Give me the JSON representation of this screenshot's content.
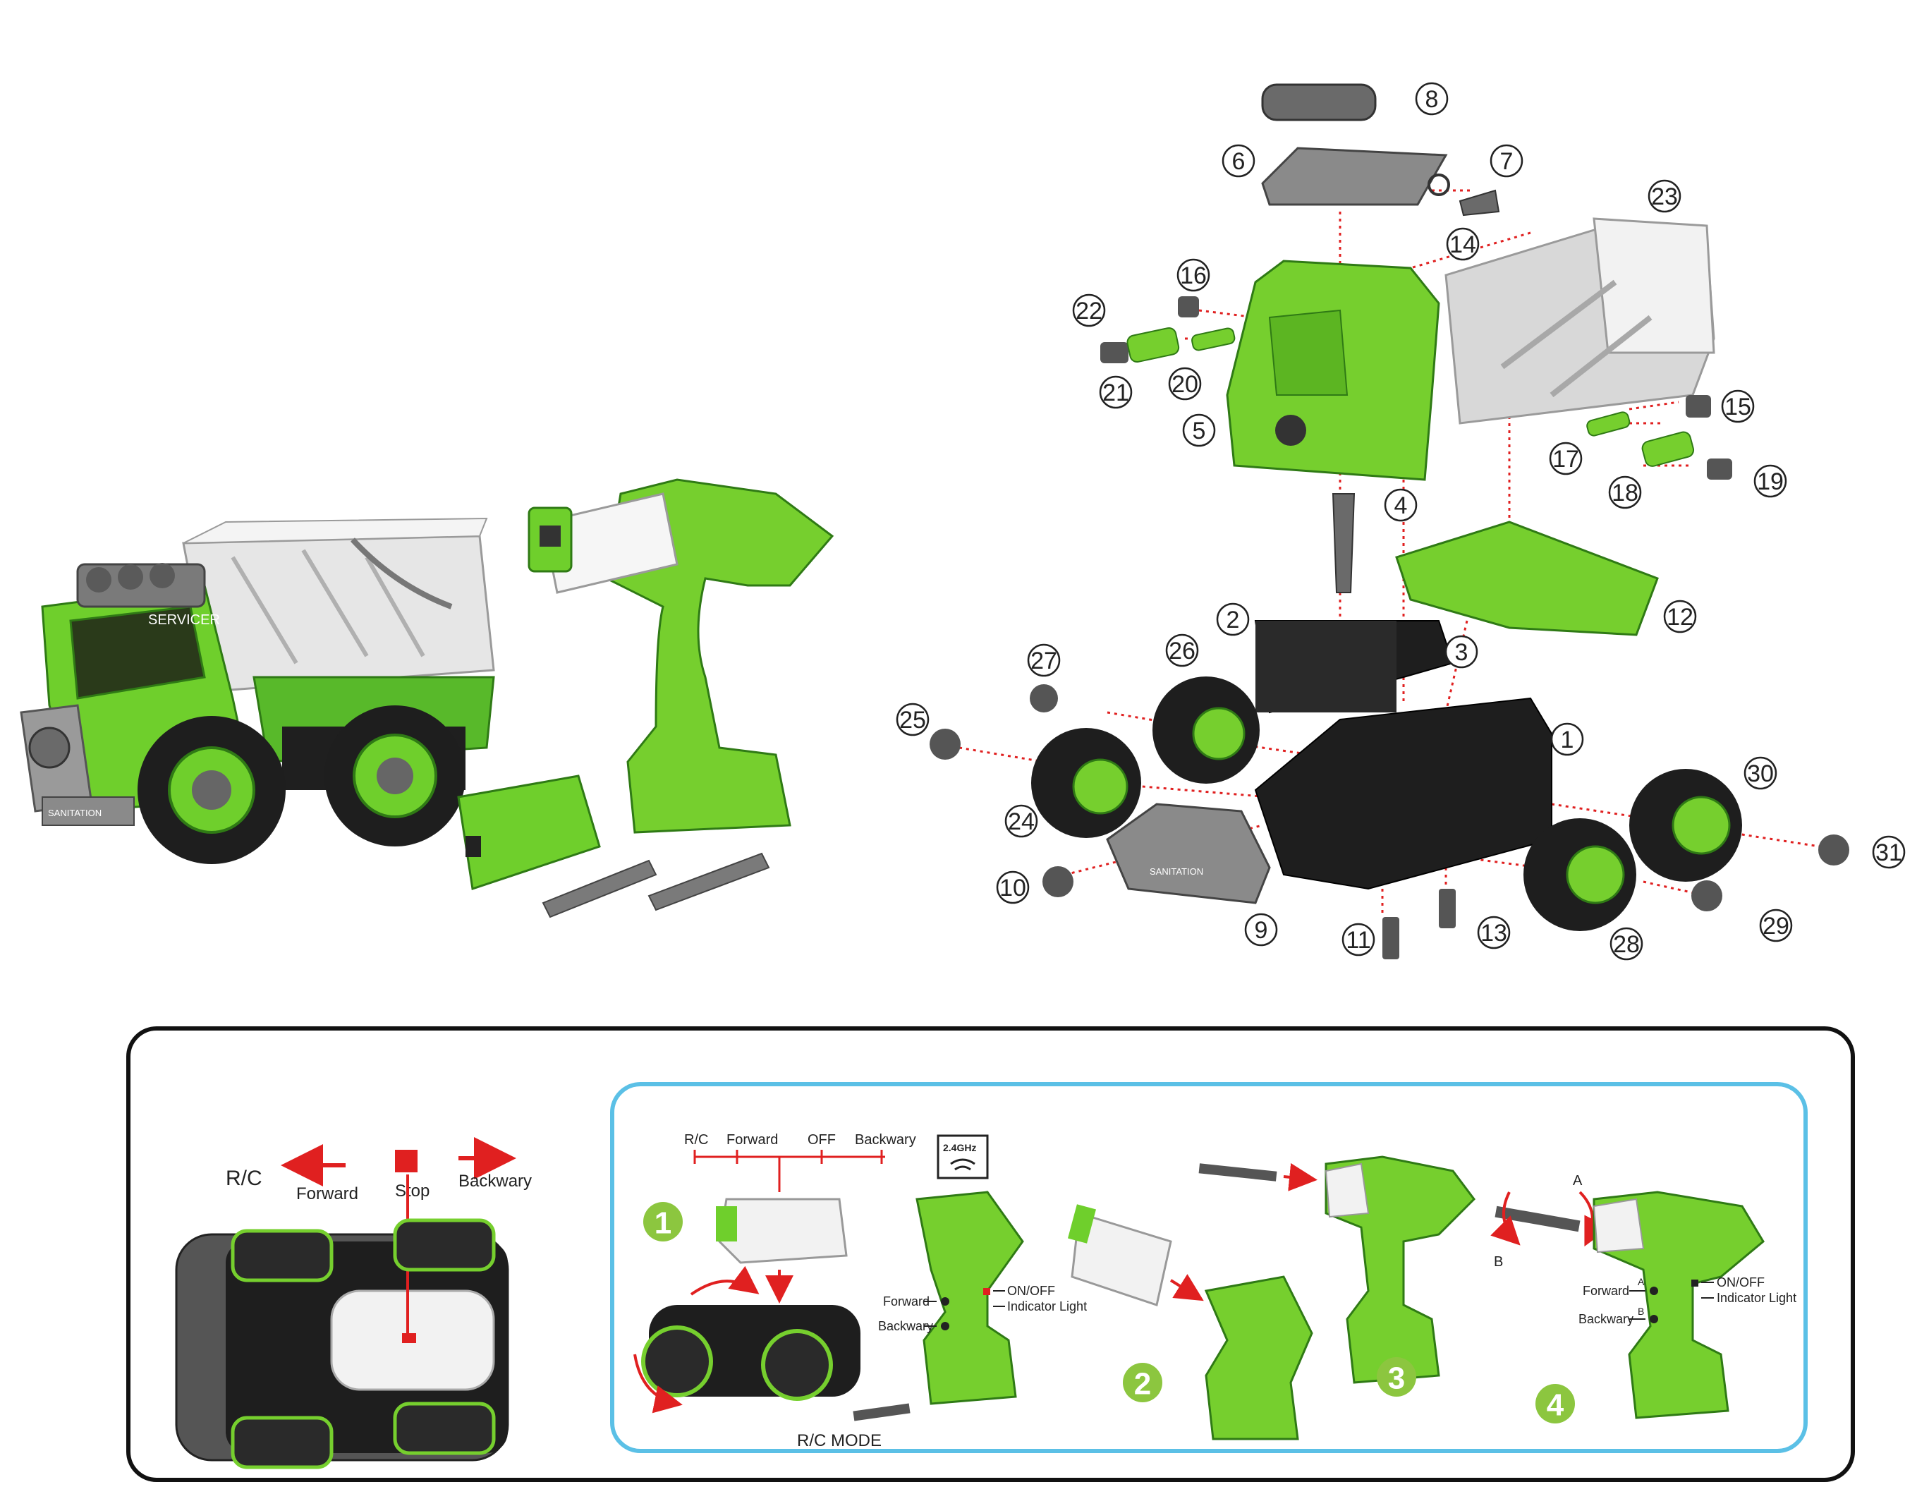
{
  "part_numbers": [
    "1",
    "2",
    "3",
    "4",
    "5",
    "6",
    "7",
    "8",
    "9",
    "10",
    "11",
    "12",
    "13",
    "14",
    "15",
    "16",
    "17",
    "18",
    "19",
    "20",
    "21",
    "22",
    "23",
    "24",
    "25",
    "26",
    "27",
    "28",
    "29",
    "30",
    "31"
  ],
  "truck": {
    "cab_label": "SERVICER",
    "bumper_label": "SANITATION"
  },
  "base_label": "SANITATION",
  "rc_panel": {
    "title": "R/C",
    "forward": "Forward",
    "stop": "Stop",
    "backward": "Backwary"
  },
  "instructions": {
    "switch_labels": [
      "R/C",
      "Forward",
      "OFF",
      "Backwary"
    ],
    "freq_badge": "2.4GHz",
    "steps": [
      "1",
      "2",
      "3",
      "4"
    ],
    "mode_label": "R/C MODE",
    "remote1": {
      "forward": "Forward",
      "backward": "Backwary",
      "onoff": "ON/OFF",
      "indicator": "Indicator Light"
    },
    "remote4": {
      "forward": "Forward",
      "backward": "Backwary",
      "onoff": "ON/OFF",
      "indicator": "Indicator Light",
      "a": "A",
      "b": "B"
    },
    "rotate_a": "A",
    "rotate_b": "B"
  },
  "colors": {
    "green": "#7ed321",
    "dark_green": "#3f9a1a",
    "black": "#1e1e1e",
    "grey": "#8a8a8a",
    "light_grey": "#d9d9d9",
    "red": "#e02020",
    "cyan": "#5bc0e6",
    "step_green": "#8cc63f"
  }
}
